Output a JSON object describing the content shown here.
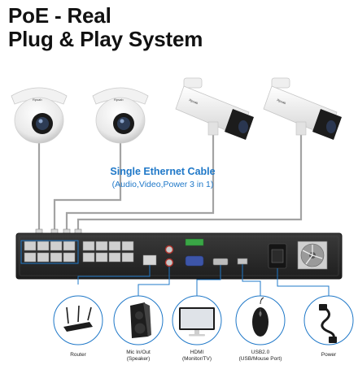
{
  "headline": {
    "line1": "PoE - Real",
    "line2": "Plug & Play System"
  },
  "cable": {
    "title": "Single Ethernet Cable",
    "subtitle": "(Audio,Video,Power 3 in 1)"
  },
  "camera_brand": "Rpsab",
  "accessories": [
    {
      "label": "Router",
      "icon": "router-icon"
    },
    {
      "label": "Mic In/Out\n(Speaker)",
      "icon": "speaker-icon"
    },
    {
      "label": "HDMI\n(Monitor/TV)",
      "icon": "monitor-icon"
    },
    {
      "label": "USB2.0\n(USB/Mouse Port)",
      "icon": "mouse-icon"
    },
    {
      "label": "Power",
      "icon": "power-cable-icon"
    }
  ],
  "colors": {
    "accent_blue": "#1f78c8",
    "nvr_body": "#2b2b2b",
    "cable_gray": "#9a9a9a"
  }
}
